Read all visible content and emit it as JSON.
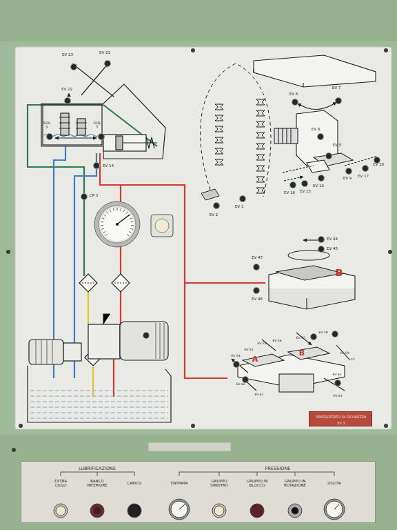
{
  "diagram": {
    "nodes": [
      {
        "text": [
          "LUBRIFICAZIONE",
          "PRESSIONE"
        ]
      },
      {
        "text": [
          "PRESSOSTATO DI SICUREZZA",
          "EV 3"
        ]
      }
    ],
    "labels": [
      "EV 23",
      "EV 21",
      "EV 22",
      "SOL S",
      "SOL T",
      "EV 14",
      "CP 3",
      "EV 1",
      "EV 2",
      "EV 6",
      "EV 7",
      "EV 8",
      "EV 5",
      "EV 10",
      "EV 9",
      "EV 17",
      "EV 18",
      "EV 16",
      "EV 15",
      "EV 44",
      "EV 45",
      "EV 47",
      "B",
      "EV 46",
      "A",
      "B",
      "EV 54",
      "EV 55",
      "EV 53",
      "EV 56",
      "EV 57",
      "EV 58",
      "EV 59",
      "CC",
      "EV 60",
      "EV 61",
      "EV 62",
      "EV 63",
      "EXTRA CICLO",
      "BANCO INFERIORE",
      "CARICO",
      "ENTRATA",
      "GRUPPO SINISTRO",
      "GRUPPO IN BLOCCO",
      "GRUPPO IN ROTAZIONE",
      "USCITA"
    ]
  }
}
